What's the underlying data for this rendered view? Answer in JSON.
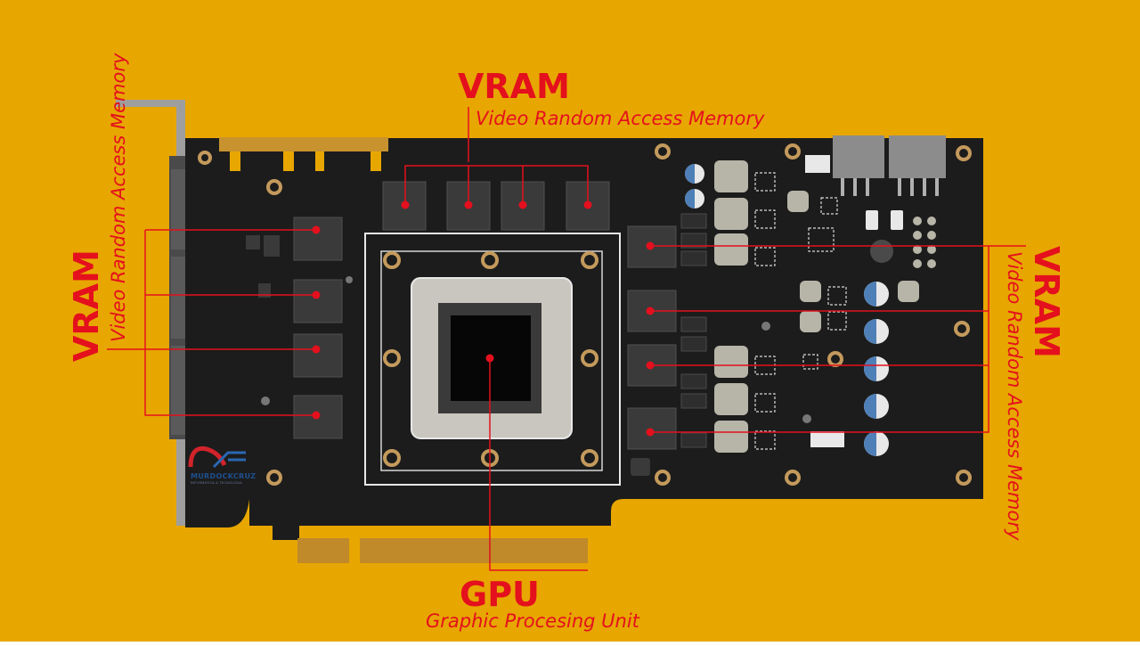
{
  "labels": {
    "top": {
      "title": "VRAM",
      "subtitle": "Video Random Access Memory"
    },
    "left": {
      "title": "VRAM",
      "subtitle": "Video Random Access Memory"
    },
    "right": {
      "title": "VRAM",
      "subtitle": "Video Random Access Memory"
    },
    "bottom": {
      "title": "GPU",
      "subtitle": "Graphic Procesing Unit"
    }
  },
  "logo": {
    "name": "MURDOCKCRUZ",
    "tagline": "INFORMATICA & TECNOLOGIA"
  },
  "colors": {
    "background": "#e8a600",
    "pcb": "#1c1c1c",
    "annotation": "#e4101d",
    "gold_contacts": "#c08a2a",
    "bracket": "#9c9c9c"
  }
}
